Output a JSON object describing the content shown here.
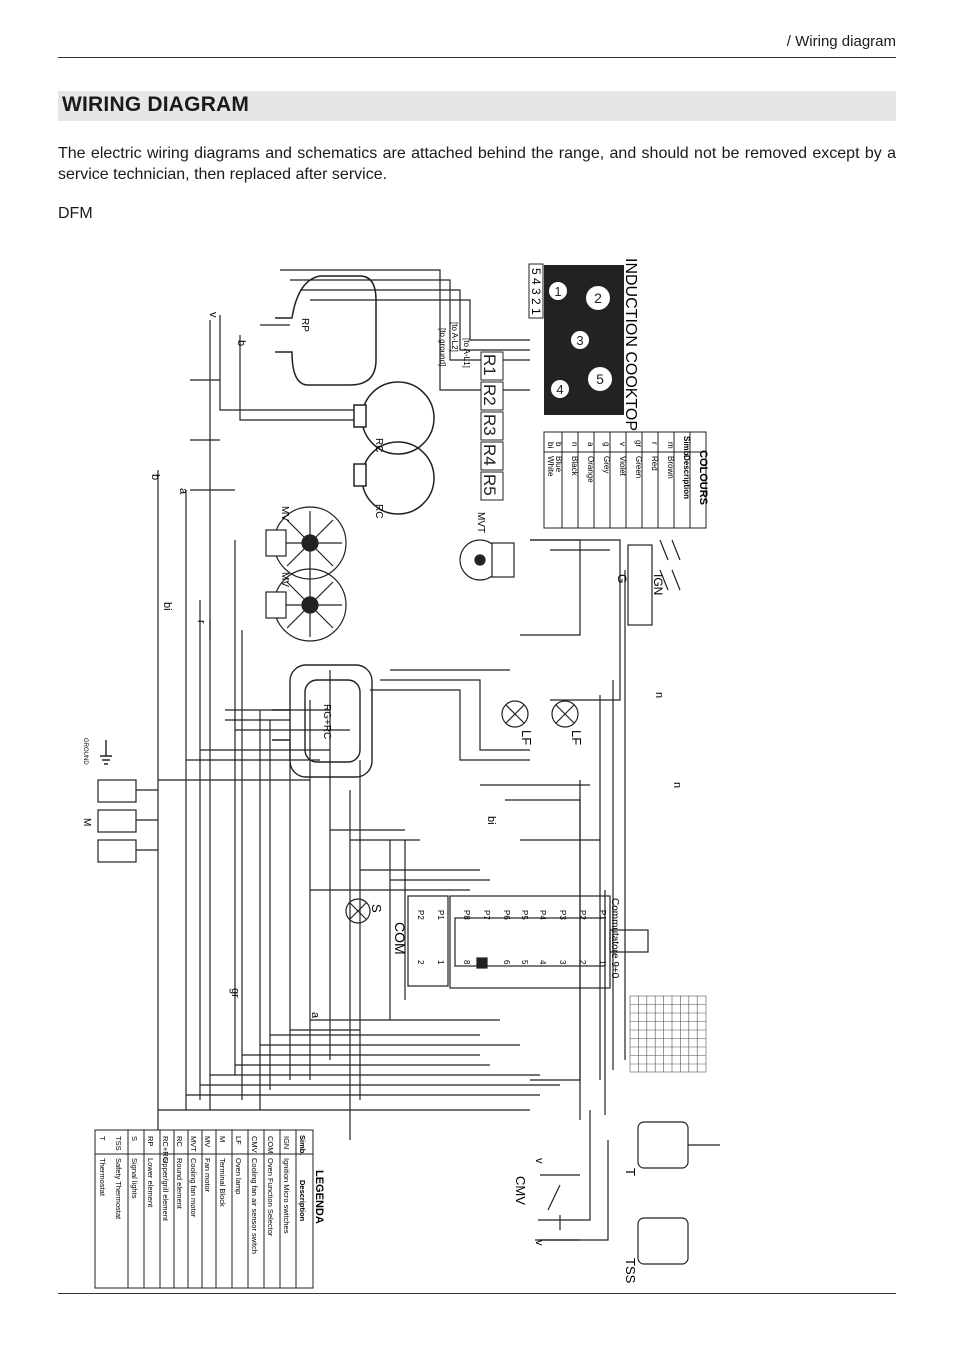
{
  "header": {
    "breadcrumb": "/ Wiring diagram"
  },
  "section": {
    "title": "WIRING DIAGRAM"
  },
  "intro": "The electric wiring diagrams and schematics are attached behind the range, and should not be removed except by a service technician, then replaced after service.",
  "model": "DFM",
  "diagram": {
    "cooktop": {
      "title": "INDUCTION COOKTOP",
      "zones": [
        "1",
        "2",
        "3",
        "4",
        "5"
      ],
      "terminals": [
        "5",
        "4",
        "3",
        "2",
        "1"
      ],
      "relays": [
        "R1",
        "R2",
        "R3",
        "R4",
        "R5"
      ],
      "notes": [
        "[to A-L2]",
        "[to A-L1]",
        "[to ground]"
      ]
    },
    "colours": {
      "title": "COLOURS",
      "head_symb": "Simb.",
      "head_desc": "Description",
      "rows": [
        {
          "symb": "m",
          "desc": "Brown"
        },
        {
          "symb": "r",
          "desc": "Red"
        },
        {
          "symb": "gr",
          "desc": "Green"
        },
        {
          "symb": "v",
          "desc": "Violet"
        },
        {
          "symb": "g",
          "desc": "Grey"
        },
        {
          "symb": "a",
          "desc": "Orange"
        },
        {
          "symb": "n",
          "desc": "Black"
        },
        {
          "symb": "b",
          "desc": "Blue"
        },
        {
          "symb": "bi",
          "desc": "White"
        }
      ]
    },
    "components": {
      "rp": "RP",
      "rc": "RC",
      "mv": "MV",
      "mvt": "MVT",
      "rg_rc": "RG+RC",
      "lf": "LF",
      "ign": "IGN",
      "g": "G",
      "s": "S",
      "com": "COM",
      "m": "M",
      "ground": "GROUND",
      "commutator": "Commutatore 9+0",
      "t": "T",
      "cmv": "CMV",
      "tss": "TSS"
    },
    "commutator_pins": {
      "left": [
        "P1",
        "P2",
        "P3",
        "P4",
        "P5",
        "P6",
        "P7",
        "P8",
        "P1",
        "P2"
      ],
      "right": [
        "1",
        "2",
        "3",
        "4",
        "5",
        "6",
        "8",
        "1",
        "2"
      ]
    },
    "wire_labels": [
      "b",
      "a",
      "bi",
      "r",
      "v",
      "n",
      "gr",
      "b",
      "a",
      "bi",
      "n",
      "v",
      "v"
    ],
    "legend": {
      "title": "LEGENDA",
      "head_symb": "Simb.",
      "head_desc": "Description",
      "rows": [
        {
          "symb": "IGN",
          "desc": "Ignition Micro switches"
        },
        {
          "symb": "COM",
          "desc": "Oven Function Selector"
        },
        {
          "symb": "CMV",
          "desc": "Cooling fan air sensor switch"
        },
        {
          "symb": "LF",
          "desc": "Oven lamp"
        },
        {
          "symb": "M",
          "desc": "Terminal Block"
        },
        {
          "symb": "MV",
          "desc": "Fan motor"
        },
        {
          "symb": "MVT",
          "desc": "Cooling fan motor"
        },
        {
          "symb": "RC",
          "desc": "Round element"
        },
        {
          "symb": "RC+RG",
          "desc": "Upper/grill element"
        },
        {
          "symb": "RP",
          "desc": "Lower element"
        },
        {
          "symb": "S",
          "desc": "Signal lights"
        },
        {
          "symb": "TSS",
          "desc": "Safety Thermostat"
        },
        {
          "symb": "T",
          "desc": "Thermostat"
        }
      ]
    }
  }
}
